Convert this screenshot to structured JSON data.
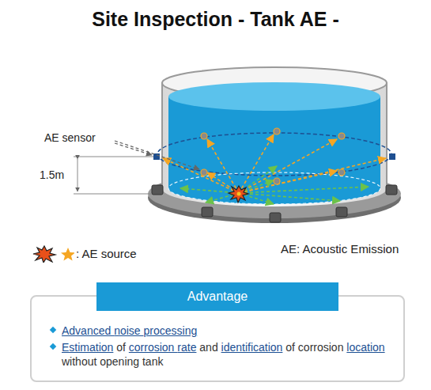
{
  "diagram": {
    "title": "Site Inspection - Tank AE -",
    "nodes": [
      {
        "text": [
          "Advanced noise processing",
          "Estimation of corrosion rate and identification of corrosion location without opening tank"
        ]
      },
      {
        "text": [
          "Advantage"
        ],
        "in": 0
      }
    ],
    "edges": [],
    "labels": [
      "AE sensor",
      "1.5m",
      "AE: Acoustic Emission"
    ],
    "legend": [
      {
        "text": ": AE source"
      }
    ]
  }
}
